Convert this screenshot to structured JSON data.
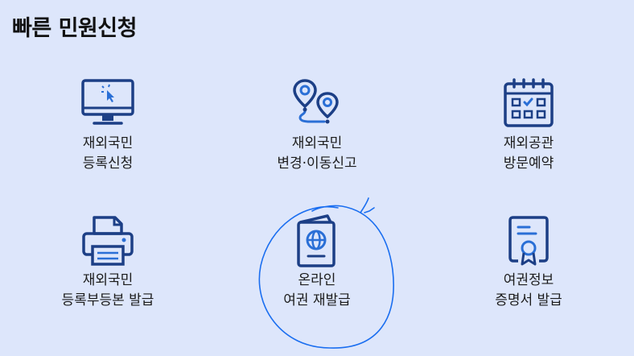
{
  "header": {
    "title": "빠른 민원신청"
  },
  "colors": {
    "background": "#dde6fb",
    "icon": "#1c3f86",
    "icon_accent": "#2a6fd6",
    "annotation": "#1a6ef0"
  },
  "items": [
    {
      "line1": "재외국민",
      "line2": "등록신청",
      "icon": "monitor-cursor-icon"
    },
    {
      "line1": "재외국민",
      "line2": "변경·이동신고",
      "icon": "route-pins-icon"
    },
    {
      "line1": "재외공관",
      "line2": "방문예약",
      "icon": "calendar-icon"
    },
    {
      "line1": "재외국민",
      "line2": "등록부등본 발급",
      "icon": "printer-icon"
    },
    {
      "line1": "온라인",
      "line2": "여권 재발급",
      "icon": "passport-icon"
    },
    {
      "line1": "여권정보",
      "line2": "증명서 발급",
      "icon": "certificate-icon"
    }
  ]
}
